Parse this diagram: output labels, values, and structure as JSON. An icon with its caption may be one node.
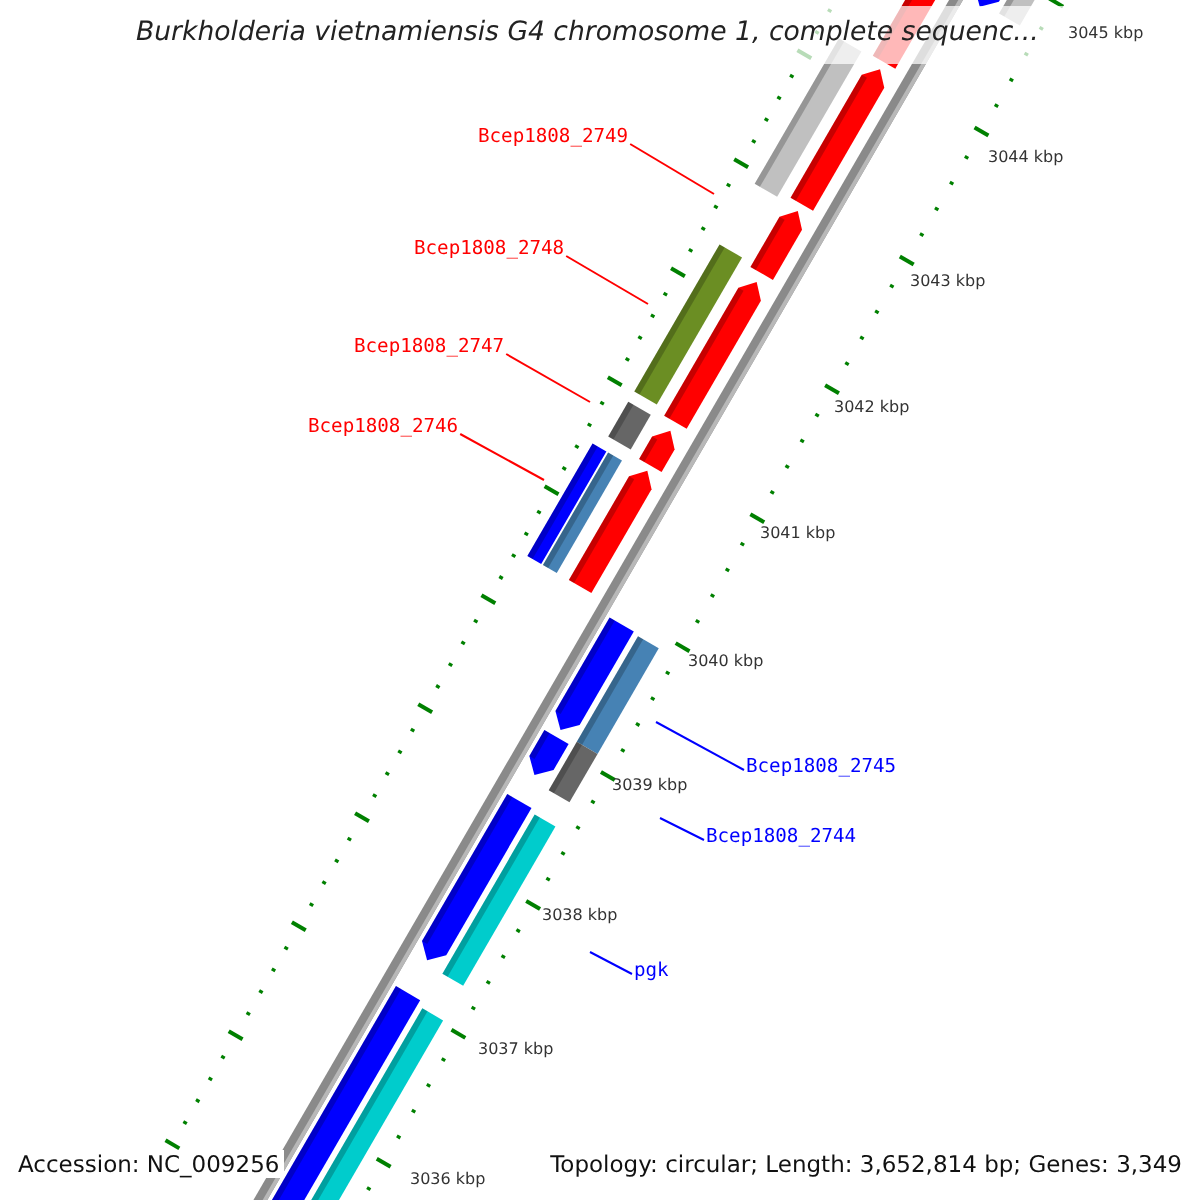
{
  "diagram": {
    "title": "Burkholderia vietnamiensis G4 chromosome 1, complete sequenc...",
    "nodes": [
      {
        "text": [
          "Bcep1808_2749"
        ]
      },
      {
        "text": [
          "Bcep1808_2748"
        ]
      },
      {
        "text": [
          "Bcep1808_2747"
        ]
      },
      {
        "text": [
          "Bcep1808_2746"
        ]
      },
      {
        "text": [
          "Bcep1808_2745"
        ]
      },
      {
        "text": [
          "Bcep1808_2744"
        ]
      },
      {
        "text": [
          "pgk"
        ]
      }
    ],
    "edges": [
      {
        "from": 0,
        "to": null,
        "arrow": "none"
      },
      {
        "from": 1,
        "to": null,
        "arrow": "none"
      },
      {
        "from": 2,
        "to": null,
        "arrow": "none"
      },
      {
        "from": 3,
        "to": null,
        "arrow": "none"
      },
      {
        "from": 4,
        "to": null,
        "arrow": "none",
        "color": "#0000ff"
      },
      {
        "from": 5,
        "to": null,
        "arrow": "none",
        "color": "#0000ff"
      },
      {
        "from": 6,
        "to": null,
        "arrow": "none",
        "color": "#0000ff"
      }
    ],
    "labels": [
      "3045 kbp",
      "3044 kbp",
      "3043 kbp",
      "3042 kbp",
      "3041 kbp",
      "3040 kbp",
      "3039 kbp",
      "3038 kbp",
      "3037 kbp",
      "3036 kbp",
      "Accession: NC_009256",
      "Topology: circular; Length: 3,652,814 bp; Genes: 3,349"
    ]
  }
}
